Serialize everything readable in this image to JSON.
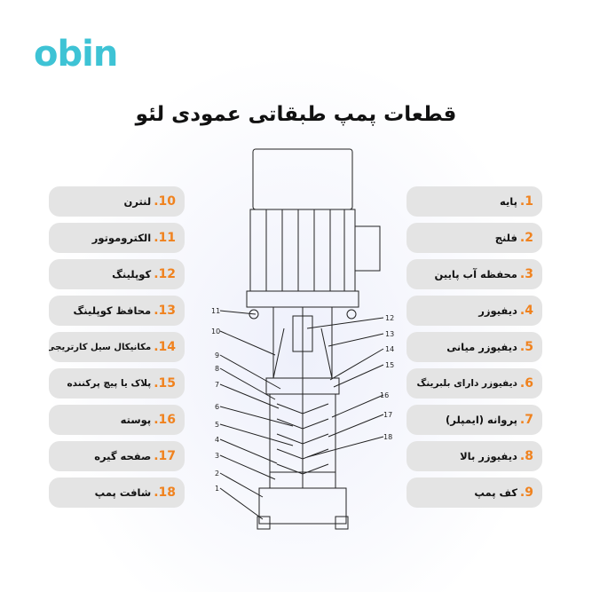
{
  "brand": {
    "logo_text": "obin"
  },
  "title": "قطعات پمپ طبقاتی عمودی لئو",
  "left_parts": [
    {
      "num": "10.",
      "label": "لنترن"
    },
    {
      "num": "11.",
      "label": "الکتروموتور"
    },
    {
      "num": "12.",
      "label": "کوپلینگ"
    },
    {
      "num": "13.",
      "label": "محافظ کوپلینگ"
    },
    {
      "num": "14.",
      "label": "مکانیکال سیل کارتریجی"
    },
    {
      "num": "15.",
      "label": "پلاک یا پیچ پرکننده"
    },
    {
      "num": "16.",
      "label": "پوسته"
    },
    {
      "num": "17.",
      "label": "صفحه گیره"
    },
    {
      "num": "18.",
      "label": "شافت پمپ"
    }
  ],
  "right_parts": [
    {
      "num": "1.",
      "label": "پایه"
    },
    {
      "num": "2.",
      "label": "فلنج"
    },
    {
      "num": "3.",
      "label": "محفظه آب پایین"
    },
    {
      "num": "4.",
      "label": "دیفیوزر"
    },
    {
      "num": "5.",
      "label": "دیفیوزر میانی"
    },
    {
      "num": "6.",
      "label": "دیفیوزر دارای بلبرینگ"
    },
    {
      "num": "7.",
      "label": "پروانه (ایمپلر)"
    },
    {
      "num": "8.",
      "label": "دیفیوزر بالا"
    },
    {
      "num": "9.",
      "label": "کف پمپ"
    }
  ],
  "diagram_callouts": {
    "left": [
      "11",
      "10",
      "9",
      "8",
      "7",
      "6",
      "5",
      "4",
      "3",
      "2",
      "1"
    ],
    "right": [
      "12",
      "13",
      "14",
      "15",
      "16",
      "17",
      "18"
    ]
  },
  "colors": {
    "accent_number": "#f0821e",
    "logo": "#3ec3d5",
    "pill_bg": "#e4e4e4"
  }
}
